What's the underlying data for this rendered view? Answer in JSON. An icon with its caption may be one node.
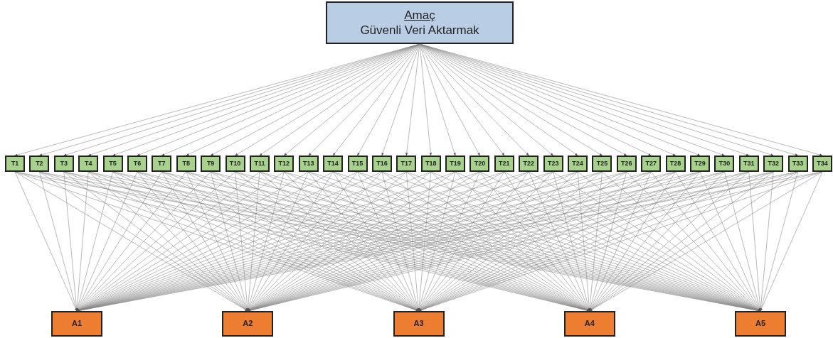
{
  "diagram": {
    "nodes": [
      {
        "text": [
          "Amaç",
          "Güvenli Veri Aktarmak"
        ]
      },
      {
        "text": [
          "T1"
        ]
      },
      {
        "text": [
          "T2"
        ]
      },
      {
        "text": [
          "T3"
        ]
      },
      {
        "text": [
          "T4"
        ]
      },
      {
        "text": [
          "T5"
        ]
      },
      {
        "text": [
          "T6"
        ]
      },
      {
        "text": [
          "T7"
        ]
      },
      {
        "text": [
          "T8"
        ]
      },
      {
        "text": [
          "T9"
        ]
      },
      {
        "text": [
          "T10"
        ]
      },
      {
        "text": [
          "T11"
        ]
      },
      {
        "text": [
          "T12"
        ]
      },
      {
        "text": [
          "T13"
        ]
      },
      {
        "text": [
          "T14"
        ]
      },
      {
        "text": [
          "T15"
        ]
      },
      {
        "text": [
          "T16"
        ]
      },
      {
        "text": [
          "T17"
        ]
      },
      {
        "text": [
          "T18"
        ]
      },
      {
        "text": [
          "T19"
        ]
      },
      {
        "text": [
          "T20"
        ]
      },
      {
        "text": [
          "T21"
        ]
      },
      {
        "text": [
          "T22"
        ]
      },
      {
        "text": [
          "T23"
        ]
      },
      {
        "text": [
          "T24"
        ]
      },
      {
        "text": [
          "T25"
        ]
      },
      {
        "text": [
          "T26"
        ]
      },
      {
        "text": [
          "T27"
        ]
      },
      {
        "text": [
          "T28"
        ]
      },
      {
        "text": [
          "T29"
        ]
      },
      {
        "text": [
          "T30"
        ]
      },
      {
        "text": [
          "T31"
        ]
      },
      {
        "text": [
          "T32"
        ]
      },
      {
        "text": [
          "T33"
        ]
      },
      {
        "text": [
          "T34"
        ]
      },
      {
        "text": [
          "A1"
        ]
      },
      {
        "text": [
          "A2"
        ]
      },
      {
        "text": [
          "A3"
        ]
      },
      {
        "text": [
          "A4"
        ]
      },
      {
        "text": [
          "A5"
        ]
      }
    ],
    "edges": [
      {
        "from": 0,
        "to": 1,
        "arrow": "to"
      },
      {
        "from": 0,
        "to": 2,
        "arrow": "to"
      },
      {
        "from": 0,
        "to": 3,
        "arrow": "to"
      },
      {
        "from": 0,
        "to": 4,
        "arrow": "to"
      },
      {
        "from": 0,
        "to": 5,
        "arrow": "to"
      },
      {
        "from": 0,
        "to": 6,
        "arrow": "to"
      },
      {
        "from": 0,
        "to": 7,
        "arrow": "to"
      },
      {
        "from": 0,
        "to": 8,
        "arrow": "to"
      },
      {
        "from": 0,
        "to": 9,
        "arrow": "to"
      },
      {
        "from": 0,
        "to": 10,
        "arrow": "to"
      },
      {
        "from": 0,
        "to": 11,
        "arrow": "to"
      },
      {
        "from": 0,
        "to": 12,
        "arrow": "to"
      },
      {
        "from": 0,
        "to": 13,
        "arrow": "to"
      },
      {
        "from": 0,
        "to": 14,
        "arrow": "to"
      },
      {
        "from": 0,
        "to": 15,
        "arrow": "to"
      },
      {
        "from": 0,
        "to": 16,
        "arrow": "to"
      },
      {
        "from": 0,
        "to": 17,
        "arrow": "to"
      },
      {
        "from": 0,
        "to": 18,
        "arrow": "to"
      },
      {
        "from": 0,
        "to": 19,
        "arrow": "to"
      },
      {
        "from": 0,
        "to": 20,
        "arrow": "to"
      },
      {
        "from": 0,
        "to": 21,
        "arrow": "to"
      },
      {
        "from": 0,
        "to": 22,
        "arrow": "to"
      },
      {
        "from": 0,
        "to": 23,
        "arrow": "to"
      },
      {
        "from": 0,
        "to": 24,
        "arrow": "to"
      },
      {
        "from": 0,
        "to": 25,
        "arrow": "to"
      },
      {
        "from": 0,
        "to": 26,
        "arrow": "to"
      },
      {
        "from": 0,
        "to": 27,
        "arrow": "to"
      },
      {
        "from": 0,
        "to": 28,
        "arrow": "to"
      },
      {
        "from": 0,
        "to": 29,
        "arrow": "to"
      },
      {
        "from": 0,
        "to": 30,
        "arrow": "to"
      },
      {
        "from": 0,
        "to": 31,
        "arrow": "to"
      },
      {
        "from": 0,
        "to": 32,
        "arrow": "to"
      },
      {
        "from": 0,
        "to": 33,
        "arrow": "to"
      },
      {
        "from": 0,
        "to": 34,
        "arrow": "to"
      },
      {
        "from": 1,
        "to": 35,
        "arrow": "to"
      },
      {
        "from": 1,
        "to": 36,
        "arrow": "to"
      },
      {
        "from": 1,
        "to": 37,
        "arrow": "to"
      },
      {
        "from": 1,
        "to": 38,
        "arrow": "to"
      },
      {
        "from": 1,
        "to": 39,
        "arrow": "to"
      },
      {
        "from": 2,
        "to": 35,
        "arrow": "to"
      },
      {
        "from": 2,
        "to": 36,
        "arrow": "to"
      },
      {
        "from": 2,
        "to": 37,
        "arrow": "to"
      },
      {
        "from": 2,
        "to": 38,
        "arrow": "to"
      },
      {
        "from": 2,
        "to": 39,
        "arrow": "to"
      },
      {
        "from": 3,
        "to": 35,
        "arrow": "to"
      },
      {
        "from": 3,
        "to": 36,
        "arrow": "to"
      },
      {
        "from": 3,
        "to": 37,
        "arrow": "to"
      },
      {
        "from": 3,
        "to": 38,
        "arrow": "to"
      },
      {
        "from": 3,
        "to": 39,
        "arrow": "to"
      },
      {
        "from": 4,
        "to": 35,
        "arrow": "to"
      },
      {
        "from": 4,
        "to": 36,
        "arrow": "to"
      },
      {
        "from": 4,
        "to": 37,
        "arrow": "to"
      },
      {
        "from": 4,
        "to": 38,
        "arrow": "to"
      },
      {
        "from": 4,
        "to": 39,
        "arrow": "to"
      },
      {
        "from": 5,
        "to": 35,
        "arrow": "to"
      },
      {
        "from": 5,
        "to": 36,
        "arrow": "to"
      },
      {
        "from": 5,
        "to": 37,
        "arrow": "to"
      },
      {
        "from": 5,
        "to": 38,
        "arrow": "to"
      },
      {
        "from": 5,
        "to": 39,
        "arrow": "to"
      },
      {
        "from": 6,
        "to": 35,
        "arrow": "to"
      },
      {
        "from": 6,
        "to": 36,
        "arrow": "to"
      },
      {
        "from": 6,
        "to": 37,
        "arrow": "to"
      },
      {
        "from": 6,
        "to": 38,
        "arrow": "to"
      },
      {
        "from": 6,
        "to": 39,
        "arrow": "to"
      },
      {
        "from": 7,
        "to": 35,
        "arrow": "to"
      },
      {
        "from": 7,
        "to": 36,
        "arrow": "to"
      },
      {
        "from": 7,
        "to": 37,
        "arrow": "to"
      },
      {
        "from": 7,
        "to": 38,
        "arrow": "to"
      },
      {
        "from": 7,
        "to": 39,
        "arrow": "to"
      },
      {
        "from": 8,
        "to": 35,
        "arrow": "to"
      },
      {
        "from": 8,
        "to": 36,
        "arrow": "to"
      },
      {
        "from": 8,
        "to": 37,
        "arrow": "to"
      },
      {
        "from": 8,
        "to": 38,
        "arrow": "to"
      },
      {
        "from": 8,
        "to": 39,
        "arrow": "to"
      },
      {
        "from": 9,
        "to": 35,
        "arrow": "to"
      },
      {
        "from": 9,
        "to": 36,
        "arrow": "to"
      },
      {
        "from": 9,
        "to": 37,
        "arrow": "to"
      },
      {
        "from": 9,
        "to": 38,
        "arrow": "to"
      },
      {
        "from": 9,
        "to": 39,
        "arrow": "to"
      },
      {
        "from": 10,
        "to": 35,
        "arrow": "to"
      },
      {
        "from": 10,
        "to": 36,
        "arrow": "to"
      },
      {
        "from": 10,
        "to": 37,
        "arrow": "to"
      },
      {
        "from": 10,
        "to": 38,
        "arrow": "to"
      },
      {
        "from": 10,
        "to": 39,
        "arrow": "to"
      },
      {
        "from": 11,
        "to": 35,
        "arrow": "to"
      },
      {
        "from": 11,
        "to": 36,
        "arrow": "to"
      },
      {
        "from": 11,
        "to": 37,
        "arrow": "to"
      },
      {
        "from": 11,
        "to": 38,
        "arrow": "to"
      },
      {
        "from": 11,
        "to": 39,
        "arrow": "to"
      },
      {
        "from": 12,
        "to": 35,
        "arrow": "to"
      },
      {
        "from": 12,
        "to": 36,
        "arrow": "to"
      },
      {
        "from": 12,
        "to": 37,
        "arrow": "to"
      },
      {
        "from": 12,
        "to": 38,
        "arrow": "to"
      },
      {
        "from": 12,
        "to": 39,
        "arrow": "to"
      },
      {
        "from": 13,
        "to": 35,
        "arrow": "to"
      },
      {
        "from": 13,
        "to": 36,
        "arrow": "to"
      },
      {
        "from": 13,
        "to": 37,
        "arrow": "to"
      },
      {
        "from": 13,
        "to": 38,
        "arrow": "to"
      },
      {
        "from": 13,
        "to": 39,
        "arrow": "to"
      },
      {
        "from": 14,
        "to": 35,
        "arrow": "to"
      },
      {
        "from": 14,
        "to": 36,
        "arrow": "to"
      },
      {
        "from": 14,
        "to": 37,
        "arrow": "to"
      },
      {
        "from": 14,
        "to": 38,
        "arrow": "to"
      },
      {
        "from": 14,
        "to": 39,
        "arrow": "to"
      },
      {
        "from": 15,
        "to": 35,
        "arrow": "to"
      },
      {
        "from": 15,
        "to": 36,
        "arrow": "to"
      },
      {
        "from": 15,
        "to": 37,
        "arrow": "to"
      },
      {
        "from": 15,
        "to": 38,
        "arrow": "to"
      },
      {
        "from": 15,
        "to": 39,
        "arrow": "to"
      },
      {
        "from": 16,
        "to": 35,
        "arrow": "to"
      },
      {
        "from": 16,
        "to": 36,
        "arrow": "to"
      },
      {
        "from": 16,
        "to": 37,
        "arrow": "to"
      },
      {
        "from": 16,
        "to": 38,
        "arrow": "to"
      },
      {
        "from": 16,
        "to": 39,
        "arrow": "to"
      },
      {
        "from": 17,
        "to": 35,
        "arrow": "to"
      },
      {
        "from": 17,
        "to": 36,
        "arrow": "to"
      },
      {
        "from": 17,
        "to": 37,
        "arrow": "to"
      },
      {
        "from": 17,
        "to": 38,
        "arrow": "to"
      },
      {
        "from": 17,
        "to": 39,
        "arrow": "to"
      },
      {
        "from": 18,
        "to": 35,
        "arrow": "to"
      },
      {
        "from": 18,
        "to": 36,
        "arrow": "to"
      },
      {
        "from": 18,
        "to": 37,
        "arrow": "to"
      },
      {
        "from": 18,
        "to": 38,
        "arrow": "to"
      },
      {
        "from": 18,
        "to": 39,
        "arrow": "to"
      },
      {
        "from": 19,
        "to": 35,
        "arrow": "to"
      },
      {
        "from": 19,
        "to": 36,
        "arrow": "to"
      },
      {
        "from": 19,
        "to": 37,
        "arrow": "to"
      },
      {
        "from": 19,
        "to": 38,
        "arrow": "to"
      },
      {
        "from": 19,
        "to": 39,
        "arrow": "to"
      },
      {
        "from": 20,
        "to": 35,
        "arrow": "to"
      },
      {
        "from": 20,
        "to": 36,
        "arrow": "to"
      },
      {
        "from": 20,
        "to": 37,
        "arrow": "to"
      },
      {
        "from": 20,
        "to": 38,
        "arrow": "to"
      },
      {
        "from": 20,
        "to": 39,
        "arrow": "to"
      },
      {
        "from": 21,
        "to": 35,
        "arrow": "to"
      },
      {
        "from": 21,
        "to": 36,
        "arrow": "to"
      },
      {
        "from": 21,
        "to": 37,
        "arrow": "to"
      },
      {
        "from": 21,
        "to": 38,
        "arrow": "to"
      },
      {
        "from": 21,
        "to": 39,
        "arrow": "to"
      },
      {
        "from": 22,
        "to": 35,
        "arrow": "to"
      },
      {
        "from": 22,
        "to": 36,
        "arrow": "to"
      },
      {
        "from": 22,
        "to": 37,
        "arrow": "to"
      },
      {
        "from": 22,
        "to": 38,
        "arrow": "to"
      },
      {
        "from": 22,
        "to": 39,
        "arrow": "to"
      },
      {
        "from": 23,
        "to": 35,
        "arrow": "to"
      },
      {
        "from": 23,
        "to": 36,
        "arrow": "to"
      },
      {
        "from": 23,
        "to": 37,
        "arrow": "to"
      },
      {
        "from": 23,
        "to": 38,
        "arrow": "to"
      },
      {
        "from": 23,
        "to": 39,
        "arrow": "to"
      },
      {
        "from": 24,
        "to": 35,
        "arrow": "to"
      },
      {
        "from": 24,
        "to": 36,
        "arrow": "to"
      },
      {
        "from": 24,
        "to": 37,
        "arrow": "to"
      },
      {
        "from": 24,
        "to": 38,
        "arrow": "to"
      },
      {
        "from": 24,
        "to": 39,
        "arrow": "to"
      },
      {
        "from": 25,
        "to": 35,
        "arrow": "to"
      },
      {
        "from": 25,
        "to": 36,
        "arrow": "to"
      },
      {
        "from": 25,
        "to": 37,
        "arrow": "to"
      },
      {
        "from": 25,
        "to": 38,
        "arrow": "to"
      },
      {
        "from": 25,
        "to": 39,
        "arrow": "to"
      },
      {
        "from": 26,
        "to": 35,
        "arrow": "to"
      },
      {
        "from": 26,
        "to": 36,
        "arrow": "to"
      },
      {
        "from": 26,
        "to": 37,
        "arrow": "to"
      },
      {
        "from": 26,
        "to": 38,
        "arrow": "to"
      },
      {
        "from": 26,
        "to": 39,
        "arrow": "to"
      },
      {
        "from": 27,
        "to": 35,
        "arrow": "to"
      },
      {
        "from": 27,
        "to": 36,
        "arrow": "to"
      },
      {
        "from": 27,
        "to": 37,
        "arrow": "to"
      },
      {
        "from": 27,
        "to": 38,
        "arrow": "to"
      },
      {
        "from": 27,
        "to": 39,
        "arrow": "to"
      },
      {
        "from": 28,
        "to": 35,
        "arrow": "to"
      },
      {
        "from": 28,
        "to": 36,
        "arrow": "to"
      },
      {
        "from": 28,
        "to": 37,
        "arrow": "to"
      },
      {
        "from": 28,
        "to": 38,
        "arrow": "to"
      },
      {
        "from": 28,
        "to": 39,
        "arrow": "to"
      },
      {
        "from": 29,
        "to": 35,
        "arrow": "to"
      },
      {
        "from": 29,
        "to": 36,
        "arrow": "to"
      },
      {
        "from": 29,
        "to": 37,
        "arrow": "to"
      },
      {
        "from": 29,
        "to": 38,
        "arrow": "to"
      },
      {
        "from": 29,
        "to": 39,
        "arrow": "to"
      },
      {
        "from": 30,
        "to": 35,
        "arrow": "to"
      },
      {
        "from": 30,
        "to": 36,
        "arrow": "to"
      },
      {
        "from": 30,
        "to": 37,
        "arrow": "to"
      },
      {
        "from": 30,
        "to": 38,
        "arrow": "to"
      },
      {
        "from": 30,
        "to": 39,
        "arrow": "to"
      },
      {
        "from": 31,
        "to": 35,
        "arrow": "to"
      },
      {
        "from": 31,
        "to": 36,
        "arrow": "to"
      },
      {
        "from": 31,
        "to": 37,
        "arrow": "to"
      },
      {
        "from": 31,
        "to": 38,
        "arrow": "to"
      },
      {
        "from": 31,
        "to": 39,
        "arrow": "to"
      },
      {
        "from": 32,
        "to": 35,
        "arrow": "to"
      },
      {
        "from": 32,
        "to": 36,
        "arrow": "to"
      },
      {
        "from": 32,
        "to": 37,
        "arrow": "to"
      },
      {
        "from": 32,
        "to": 38,
        "arrow": "to"
      },
      {
        "from": 32,
        "to": 39,
        "arrow": "to"
      },
      {
        "from": 33,
        "to": 35,
        "arrow": "to"
      },
      {
        "from": 33,
        "to": 36,
        "arrow": "to"
      },
      {
        "from": 33,
        "to": 37,
        "arrow": "to"
      },
      {
        "from": 33,
        "to": 38,
        "arrow": "to"
      },
      {
        "from": 33,
        "to": 39,
        "arrow": "to"
      },
      {
        "from": 34,
        "to": 35,
        "arrow": "to"
      },
      {
        "from": 34,
        "to": 36,
        "arrow": "to"
      },
      {
        "from": 34,
        "to": 37,
        "arrow": "to"
      },
      {
        "from": 34,
        "to": 38,
        "arrow": "to"
      },
      {
        "from": 34,
        "to": 39,
        "arrow": "to"
      }
    ]
  }
}
